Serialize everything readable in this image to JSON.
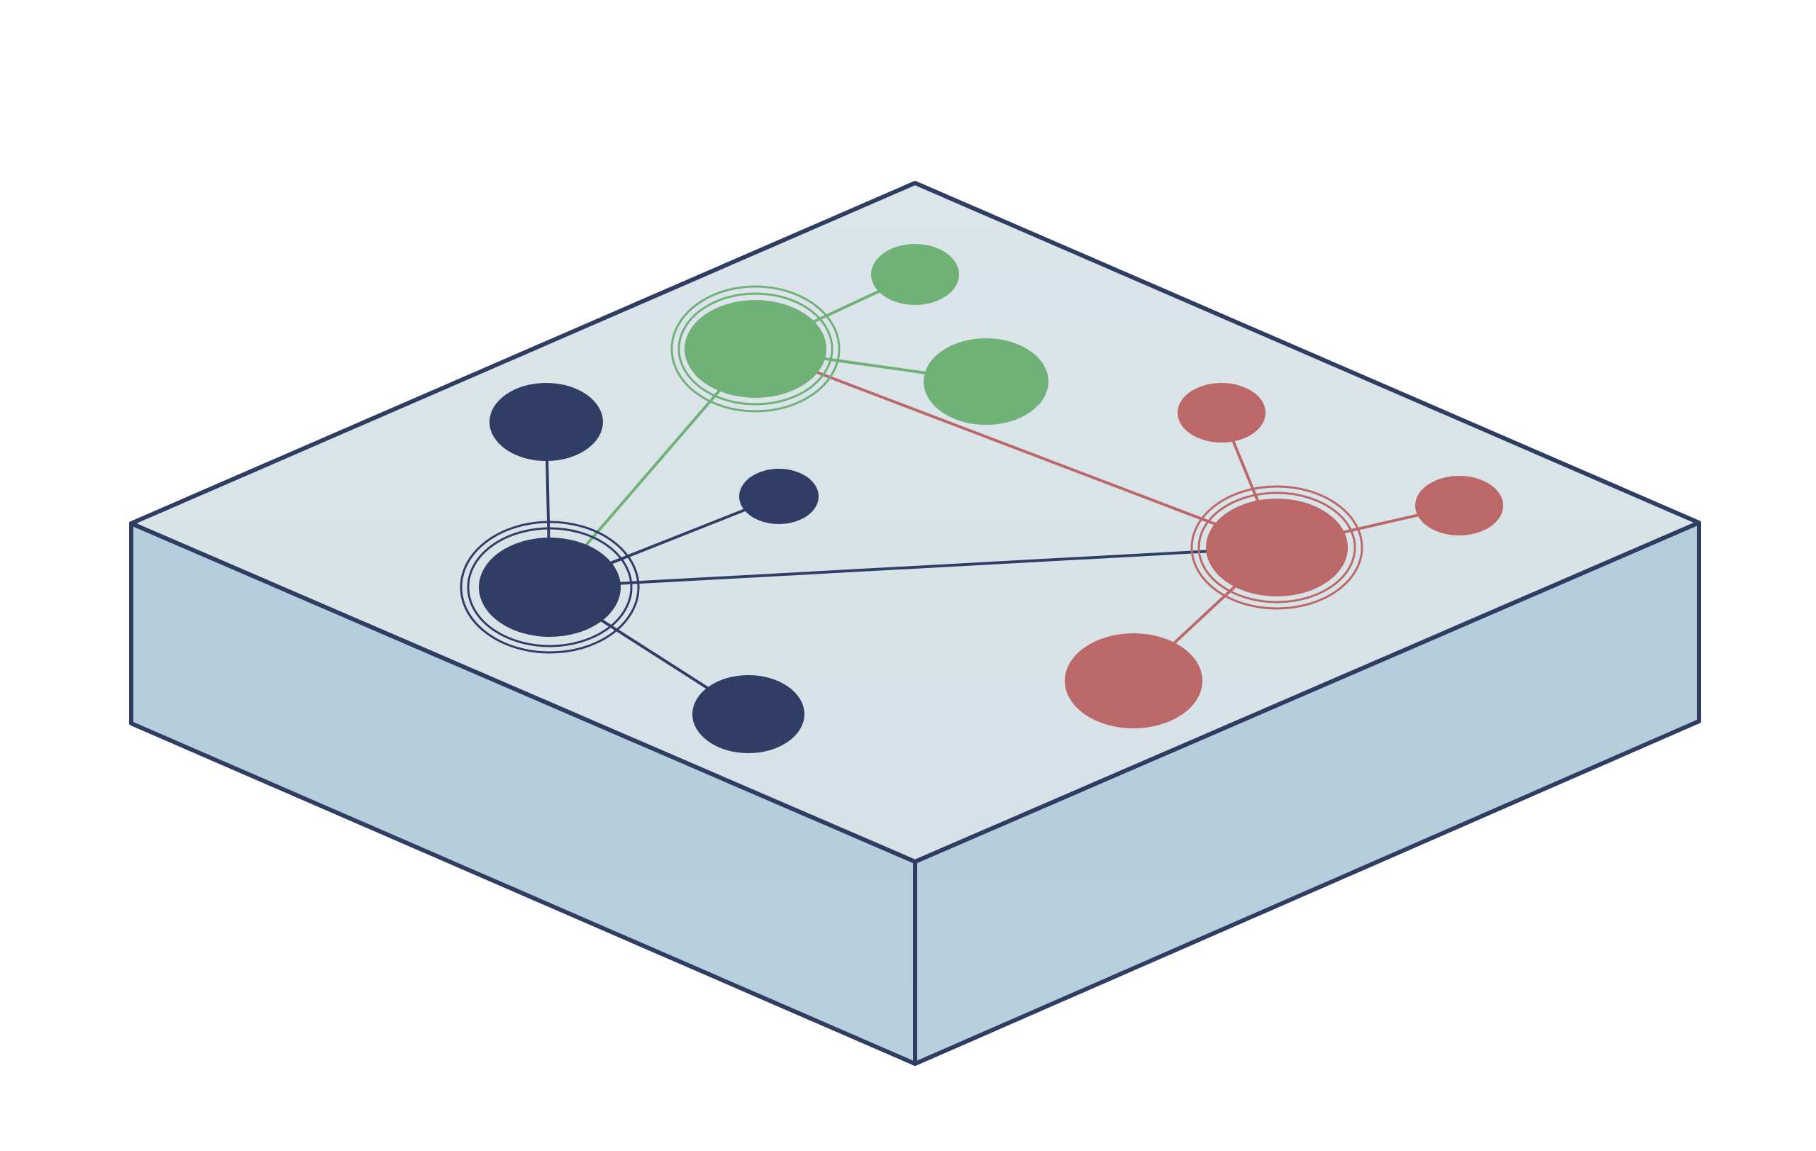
{
  "diagram": {
    "kind": "isometric network graph on a slab",
    "colors": {
      "top_face": "#d8e3e8",
      "side_face": "#b6cedc",
      "outline": "#2f3d63",
      "navy_cluster": "#303d65",
      "green_cluster": "#70b177",
      "red_cluster": "#bd6868",
      "background": "#ffffff"
    },
    "clusters": [
      {
        "id": "navy",
        "color_key": "navy_cluster",
        "hub": "navy-hub",
        "members": [
          "navy-top",
          "navy-small",
          "navy-bottom"
        ]
      },
      {
        "id": "green",
        "color_key": "green_cluster",
        "hub": "green-hub",
        "members": [
          "green-top-small",
          "green-right"
        ]
      },
      {
        "id": "red",
        "color_key": "red_cluster",
        "hub": "red-hub",
        "members": [
          "red-top",
          "red-right-small",
          "red-bottom"
        ]
      }
    ],
    "nodes": [
      {
        "id": "navy-hub",
        "cluster": "navy",
        "role": "hub",
        "ringed": true
      },
      {
        "id": "navy-top",
        "cluster": "navy",
        "role": "member",
        "ringed": false
      },
      {
        "id": "navy-small",
        "cluster": "navy",
        "role": "member",
        "ringed": false
      },
      {
        "id": "navy-bottom",
        "cluster": "navy",
        "role": "member",
        "ringed": false
      },
      {
        "id": "green-hub",
        "cluster": "green",
        "role": "hub",
        "ringed": true
      },
      {
        "id": "green-top-small",
        "cluster": "green",
        "role": "member",
        "ringed": false
      },
      {
        "id": "green-right",
        "cluster": "green",
        "role": "member",
        "ringed": false
      },
      {
        "id": "red-hub",
        "cluster": "red",
        "role": "hub",
        "ringed": true
      },
      {
        "id": "red-top",
        "cluster": "red",
        "role": "member",
        "ringed": false
      },
      {
        "id": "red-right-small",
        "cluster": "red",
        "role": "member",
        "ringed": false
      },
      {
        "id": "red-bottom",
        "cluster": "red",
        "role": "member",
        "ringed": false
      }
    ],
    "edges": [
      {
        "from": "navy-hub",
        "to": "navy-top",
        "color_key": "navy_cluster"
      },
      {
        "from": "navy-hub",
        "to": "navy-small",
        "color_key": "navy_cluster"
      },
      {
        "from": "navy-hub",
        "to": "navy-bottom",
        "color_key": "navy_cluster"
      },
      {
        "from": "navy-hub",
        "to": "red-hub",
        "color_key": "navy_cluster"
      },
      {
        "from": "navy-hub",
        "to": "green-hub",
        "color_key": "green_cluster"
      },
      {
        "from": "green-hub",
        "to": "green-top-small",
        "color_key": "green_cluster"
      },
      {
        "from": "green-hub",
        "to": "green-right",
        "color_key": "green_cluster"
      },
      {
        "from": "green-hub",
        "to": "red-hub",
        "color_key": "red_cluster"
      },
      {
        "from": "red-hub",
        "to": "red-top",
        "color_key": "red_cluster"
      },
      {
        "from": "red-hub",
        "to": "red-right-small",
        "color_key": "red_cluster"
      },
      {
        "from": "red-hub",
        "to": "red-bottom",
        "color_key": "red_cluster"
      }
    ]
  }
}
